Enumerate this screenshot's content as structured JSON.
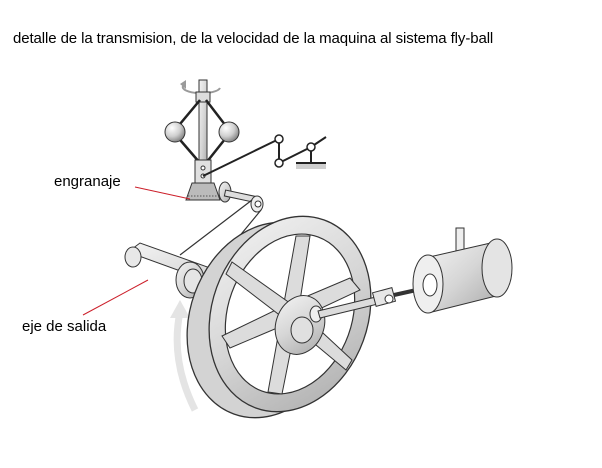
{
  "title": "detalle de la transmision, de la velocidad de la maquina al sistema fly-ball",
  "labels": {
    "gear": "engranaje",
    "output_shaft": "eje de salida"
  },
  "colors": {
    "leader_line": "#cc1f2a",
    "part_fill": "#e2e2e2",
    "part_stroke": "#333333",
    "rotation_arrow": "#e6e6e6"
  },
  "components": [
    {
      "name": "fly-ball governor",
      "parts": [
        "spindle",
        "two flyweight balls",
        "linkage arms",
        "rotation arrow"
      ]
    },
    {
      "name": "lever linkage",
      "parts": [
        "pivot joints",
        "fulcrum base"
      ]
    },
    {
      "name": "bevel gear (engranaje)"
    },
    {
      "name": "belt drive",
      "parts": [
        "pulley",
        "belt"
      ]
    },
    {
      "name": "output shaft (eje de salida)"
    },
    {
      "name": "flywheel",
      "parts": [
        "rim",
        "six spokes",
        "hub",
        "crank pin"
      ]
    },
    {
      "name": "connecting rod"
    },
    {
      "name": "steam cylinder"
    }
  ]
}
